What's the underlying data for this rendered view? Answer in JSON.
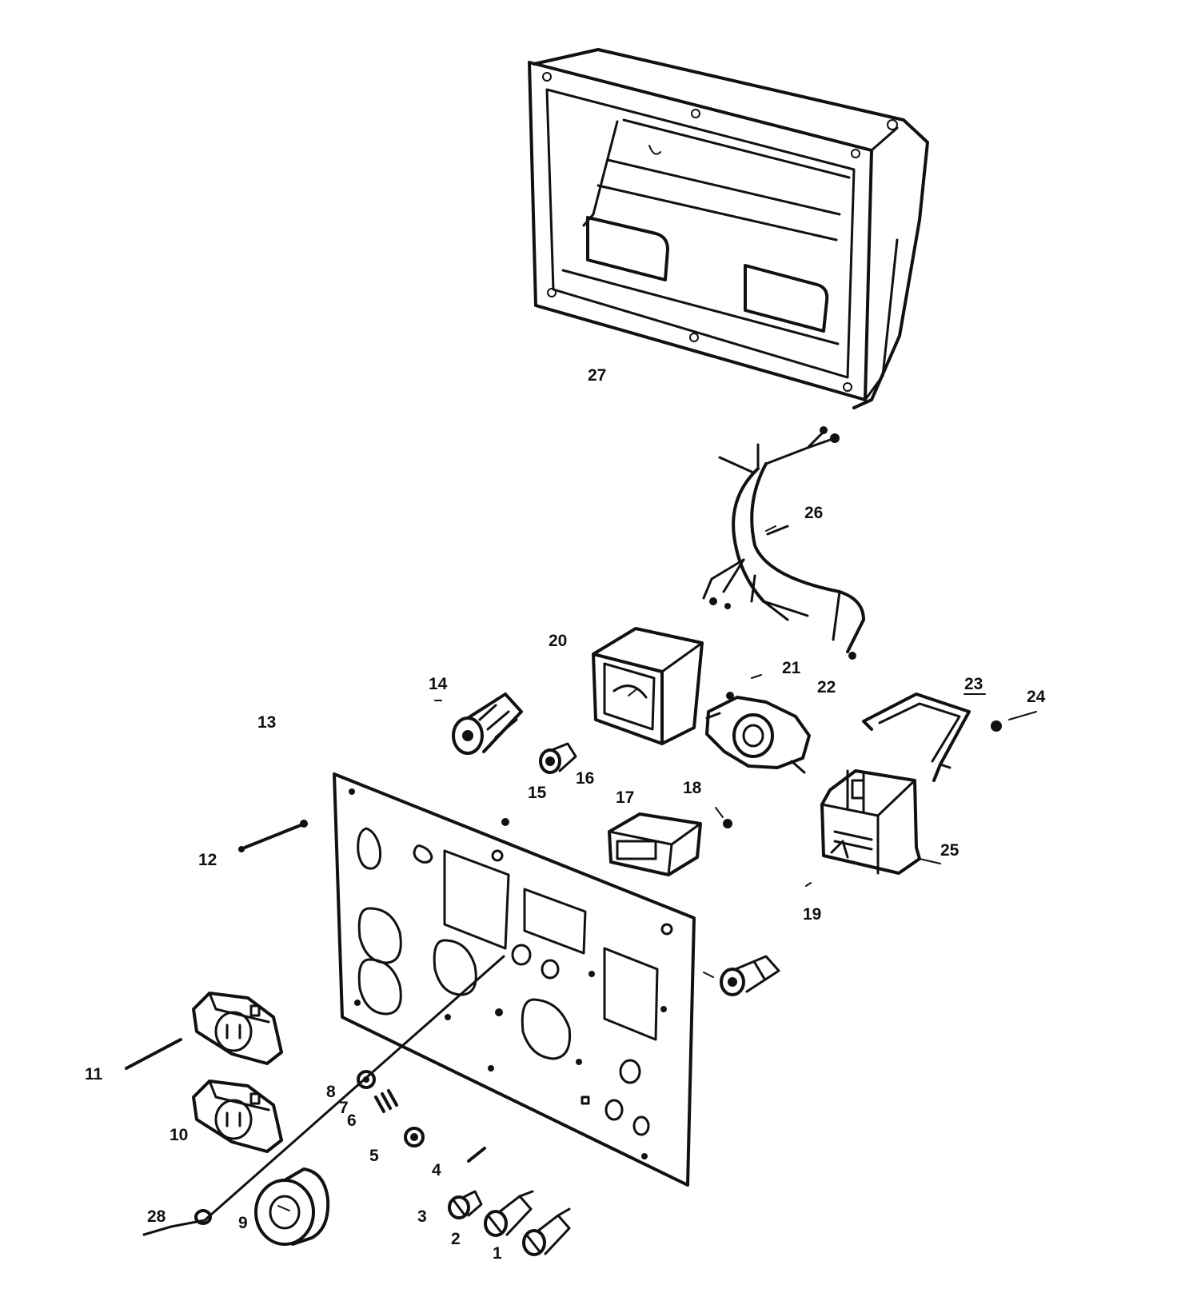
{
  "colors": {
    "ink": "#111111",
    "paper": "#ffffff"
  },
  "labels": {
    "p1": "1",
    "p2": "2",
    "p3": "3",
    "p4": "4",
    "p5": "5",
    "p6": "6",
    "p7": "7",
    "p8": "8",
    "p9": "9",
    "p10": "10",
    "p11": "11",
    "p12": "12",
    "p13": "13",
    "p14": "14",
    "p15": "15",
    "p16": "16",
    "p17": "17",
    "p18": "18",
    "p19": "19",
    "p20": "20",
    "p21": "21",
    "p22": "22",
    "p23": "23",
    "p24": "24",
    "p25": "25",
    "p26": "26",
    "p27": "27",
    "p28": "28"
  }
}
